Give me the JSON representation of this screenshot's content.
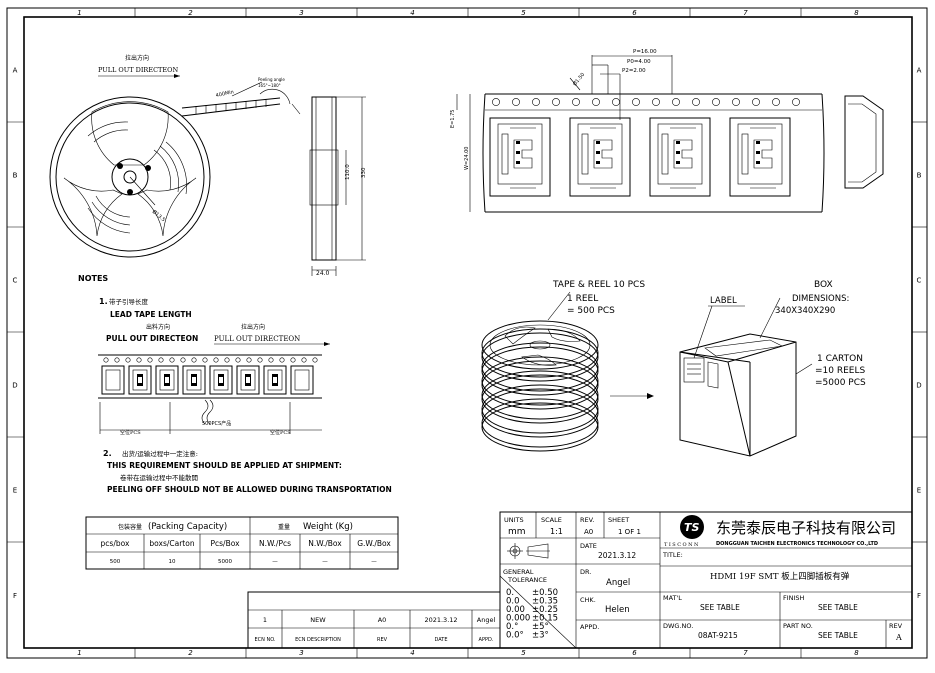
{
  "border": {
    "columns": [
      "1",
      "2",
      "3",
      "4",
      "5",
      "6",
      "7",
      "8"
    ],
    "rows": [
      "A",
      "B",
      "C",
      "D",
      "E",
      "F"
    ]
  },
  "reel_top": {
    "pull_out_zh": "拉出方向",
    "pull_out": "PULL OUT DIRECTEON",
    "tension": "400Min",
    "peeling_title": "Peeling angle",
    "peeling_range": "165°~180°",
    "hub_dia": "Ø13.5"
  },
  "side_view": {
    "dim_110": "110.0",
    "dim_330": "330",
    "dim_24": "24.0"
  },
  "tape": {
    "p": "P=16.00",
    "p0": "P0=4.00",
    "p2": "P2=2.00",
    "hole": "Ø1.50",
    "e": "E=1.75",
    "w": "W=24.00"
  },
  "notes": {
    "heading": "NOTES",
    "n1_num": "1.",
    "n1_zh": "带子引导长度",
    "n1_en": "LEAD TAPE LENGTH",
    "n1_dir_zh": "出料方向",
    "n1_dir": "PULL OUT DIRECTEON",
    "n1_dir2_zh": "拉出方向",
    "n1_dir2": "PULL OUT DIRECTEON",
    "n1_left": "空位PCS",
    "n1_mid": "500PCS产品",
    "n1_right": "空位PCS",
    "n2_num": "2.",
    "n2_zh": "出货/运输过程中一定注意:",
    "n2_en": "THIS REQUIREMENT SHOULD BE APPLIED AT SHIPMENT:",
    "n2_zh2": "卷带在运输过程中不能散開",
    "n2_en2": "PEELING OFF SHOULD NOT BE ALLOWED DURING TRANSPORTATION"
  },
  "packing_iso": {
    "tape_reel": "TAPE & REEL 10 PCS",
    "reel1": "1 REEL",
    "reel2": "= 500 PCS",
    "box": "BOX",
    "label": "LABEL",
    "dims1": "DIMENSIONS:",
    "dims2": "340X340X290",
    "carton1": "1 CARTON",
    "carton2": "=10 REELS",
    "carton3": "=5000 PCS"
  },
  "packing_table": {
    "cap_zh": "包装容量",
    "cap_en": "(Packing Capacity)",
    "weight_zh": "重量",
    "weight_en": "Weight (Kg)",
    "headers": [
      "pcs/box",
      "boxs/Carton",
      "Pcs/Box",
      "N.W./Pcs",
      "N.W./Box",
      "G.W./Box"
    ],
    "row": [
      "500",
      "10",
      "5000",
      "—",
      "—",
      "—"
    ]
  },
  "revision_table": {
    "row": [
      "1",
      "NEW",
      "A0",
      "2021.3.12",
      "Angel"
    ],
    "headers": [
      "ECN NO.",
      "ECN DESCRIPTION",
      "REV",
      "DATE",
      "APPD."
    ]
  },
  "title_block": {
    "units_label": "UNITS",
    "units": "mm",
    "scale_label": "SCALE",
    "scale": "1:1",
    "rev_label": "REV.",
    "rev": "A0",
    "sheet_label": "SHEET",
    "sheet": "1 OF 1",
    "date_label": "DATE",
    "date": "2021.3.12",
    "tol_label1": "GENERAL",
    "tol_label2": "TOLERANCE",
    "tol_vals": [
      "0.",
      "0.0",
      "0.00",
      "0.000",
      "0.°",
      "0.0°"
    ],
    "tol_pm": [
      "±0.50",
      "±0.35",
      "±0.25",
      "±0.15",
      "±5°",
      "±3°"
    ],
    "dr_label": "DR.",
    "dr": "Angel",
    "chk_label": "CHK.",
    "chk": "Helen",
    "appd_label": "APPD.",
    "company_zh": "东莞泰辰电子科技有限公司",
    "company_en": "DONGGUAN TAICHEN ELECTRONICS TECHNOLOGY CO.,LTD",
    "logo_text": "TISCONN",
    "title_label": "TITLE:",
    "title": "HDMI 19F SMT 板上四脚插板有弹",
    "matl_label": "MAT'L",
    "matl": "SEE TABLE",
    "finish_label": "FINISH",
    "finish": "SEE TABLE",
    "dwg_label": "DWG.NO.",
    "dwg": "08AT-9215",
    "part_label": "PART NO.",
    "part": "SEE TABLE",
    "rev2_label": "REV",
    "rev2": "A"
  }
}
